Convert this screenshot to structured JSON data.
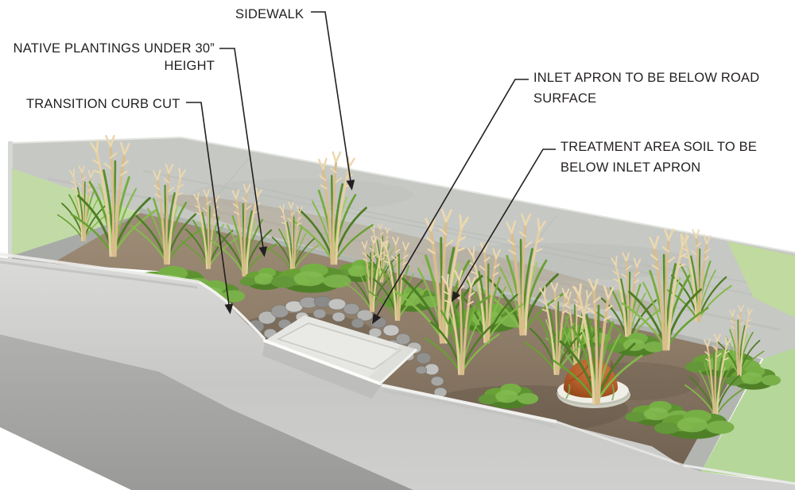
{
  "annotations": {
    "sidewalk": {
      "text": "SIDEWALK"
    },
    "native_plantings": {
      "lines": [
        "NATIVE PLANTINGS UNDER 30”",
        "HEIGHT"
      ]
    },
    "transition_curb_cut": {
      "text": "TRANSITION CURB CUT"
    },
    "inlet_apron": {
      "lines": [
        "INLET APRON TO BE BELOW ROAD",
        "SURFACE"
      ]
    },
    "treatment_area_soil": {
      "lines": [
        "TREATMENT AREA SOIL TO BE",
        "BELOW INLET APRON"
      ]
    }
  },
  "colors": {
    "background": "#ffffff",
    "annotation_text": "#231f20",
    "leader_line": "#231f20",
    "sidewalk_concrete": "#c7c9c5",
    "lawn_green": "#bdd8a3",
    "soil_brown": "#8a7863",
    "curb_gray": "#cfcfcd",
    "road_gray": "#a4a4a2",
    "apron_concrete": "#e6e7e3",
    "rock_gray": "#a9a9a7",
    "overflow_dome_orange": "#b25a29",
    "collar_white": "#efefe7",
    "grass_green": "#69a133",
    "grass_seedhead_tan": "#d9bd8c"
  }
}
